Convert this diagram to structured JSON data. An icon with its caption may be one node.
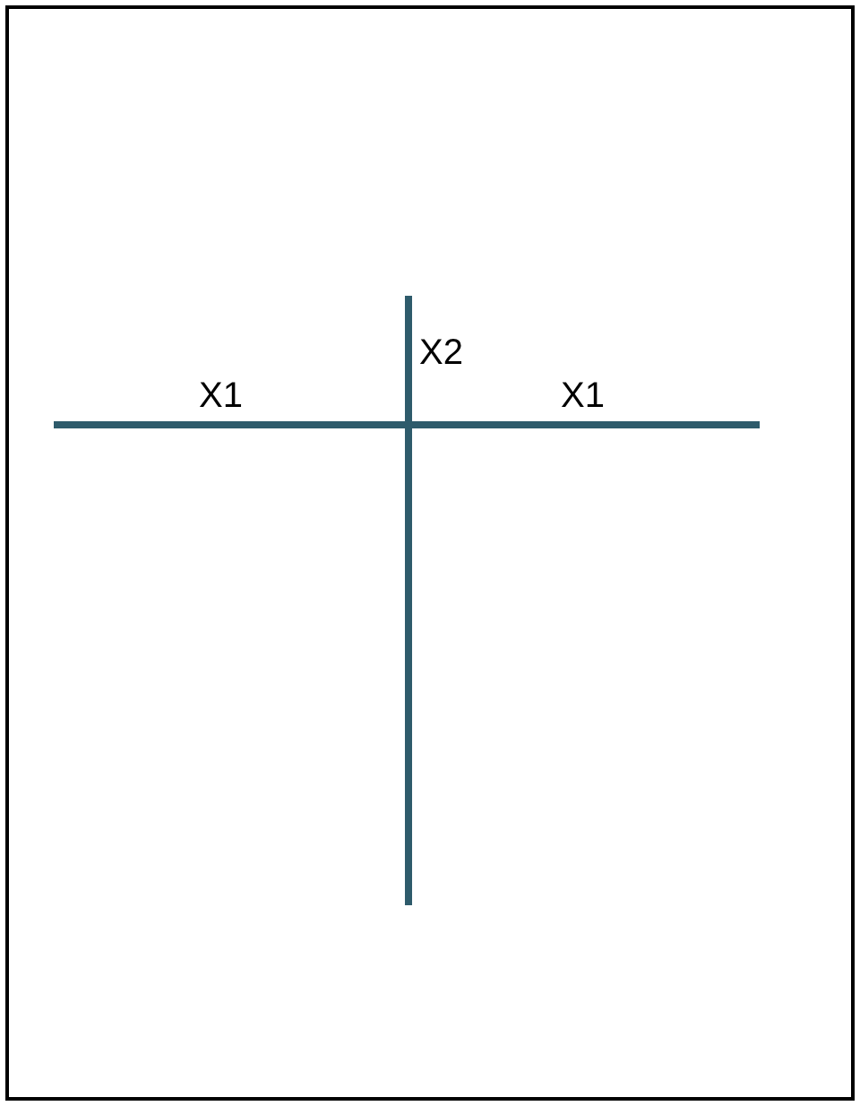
{
  "diagram": {
    "labels": [
      "X1",
      "X2",
      "X1"
    ]
  }
}
